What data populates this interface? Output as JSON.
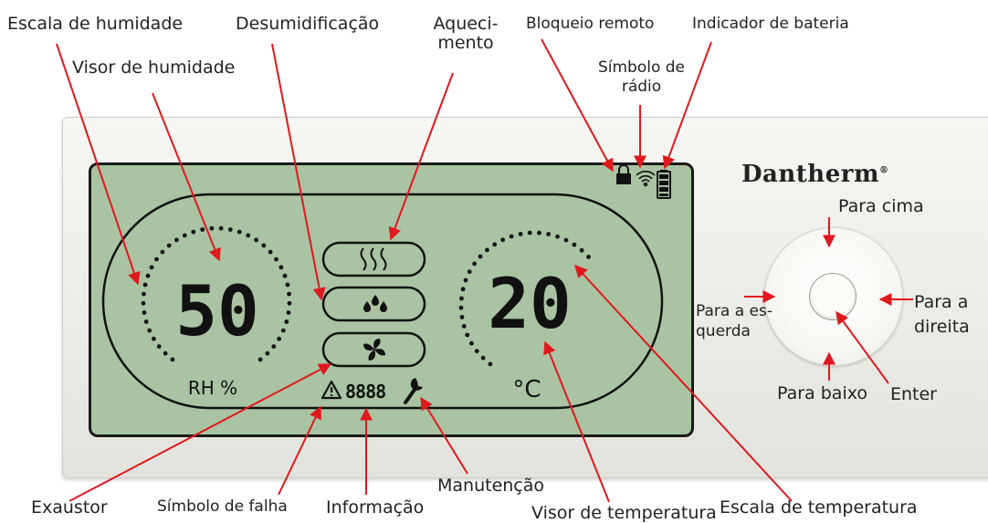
{
  "labels": {
    "humidity_scale": "Escala de humidade",
    "humidity_display": "Visor de humidade",
    "dehumidification": "Desumidificação",
    "heating_line1": "Aqueci-",
    "heating_line2": "mento",
    "remote_lock": "Bloqueio remoto",
    "battery_indicator": "Indicador de bateria",
    "radio_symbol_line1": "Símbolo de",
    "radio_symbol_line2": "rádio",
    "up": "Para cima",
    "left_line1": "Para a es-",
    "left_line2": "querda",
    "right_line1": "Para a",
    "right_line2": "direita",
    "down": "Para baixo",
    "enter": "Enter",
    "exhaust": "Exaustor",
    "fault_symbol": "Símbolo de falha",
    "information": "Informação",
    "maintenance": "Manutenção",
    "temperature_display": "Visor de temperatura",
    "temperature_scale": "Escala de temperatura"
  },
  "display": {
    "humidity_value": "50",
    "humidity_unit": "RH %",
    "temperature_value": "20",
    "temperature_unit": "°C",
    "info_digits": "8888"
  },
  "brand": "Dantherm",
  "colors": {
    "lcd_background": "#a9c3a3",
    "callout_arrow": "#e0191e",
    "panel": "#efefea"
  },
  "icons": [
    "heat-waves-icon",
    "water-drops-icon",
    "fan-icon",
    "warning-triangle-icon",
    "wrench-icon",
    "lock-icon",
    "radio-waves-icon",
    "battery-icon"
  ]
}
